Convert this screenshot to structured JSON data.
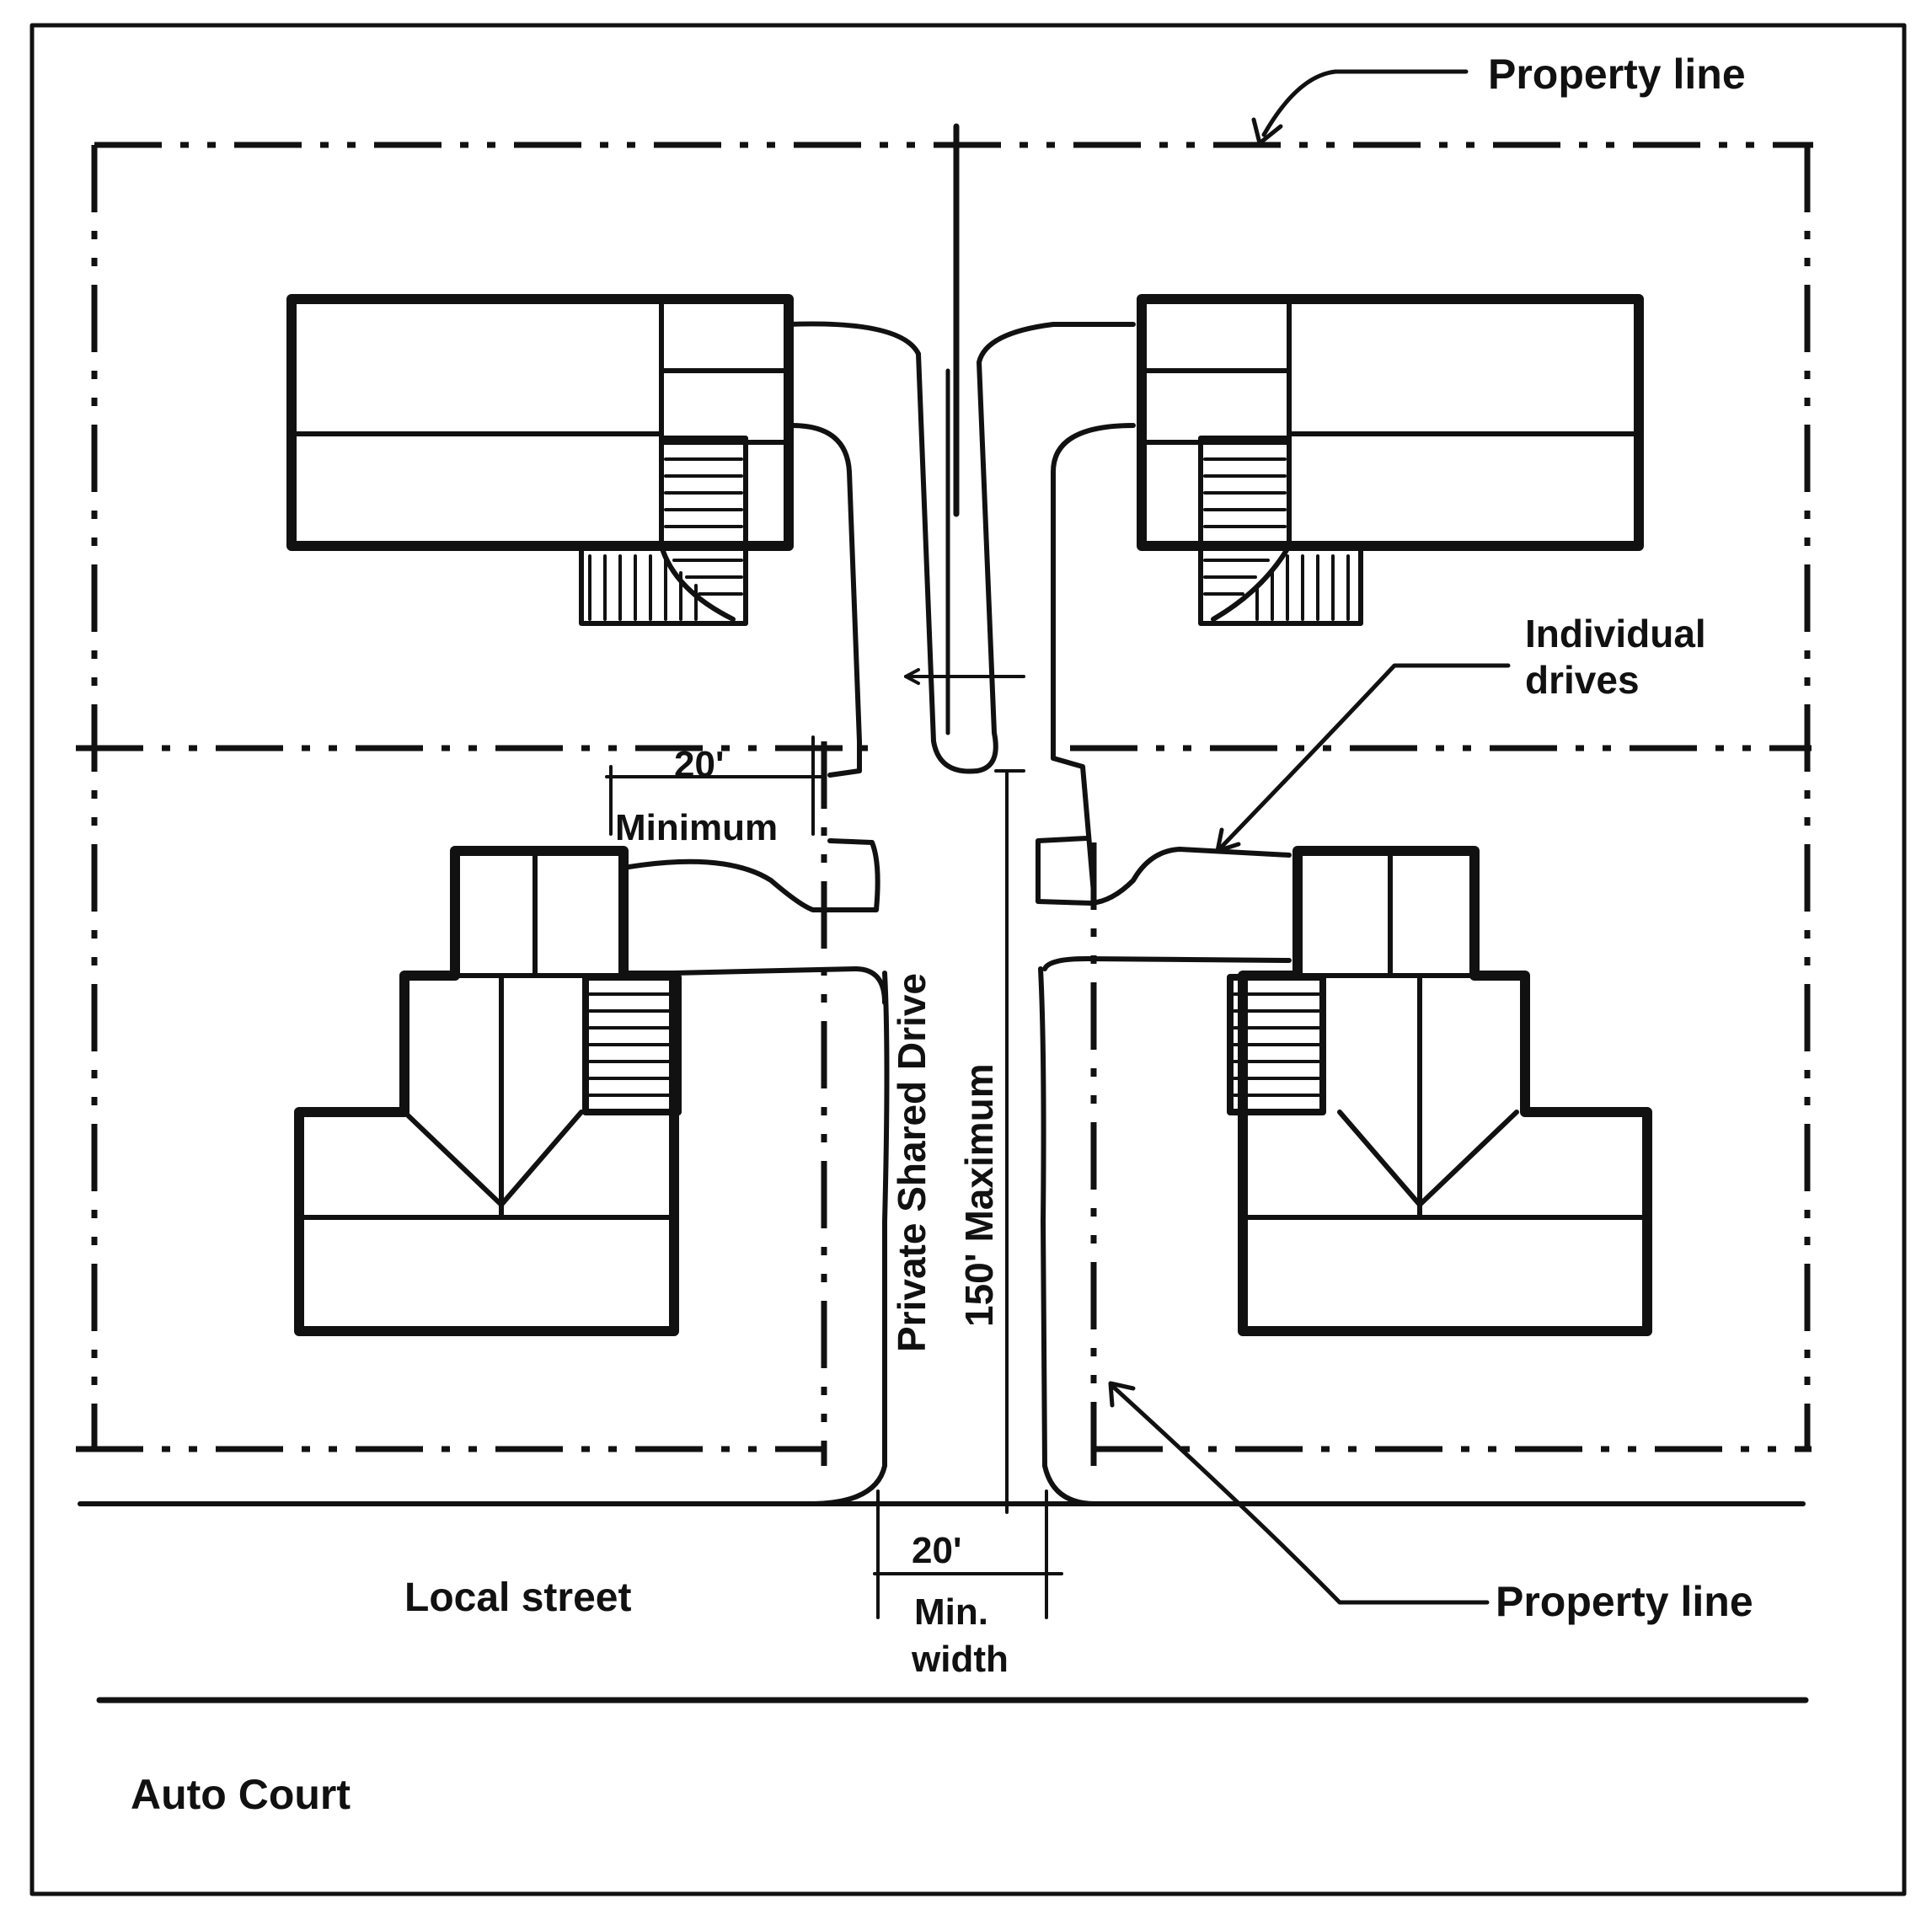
{
  "labels": {
    "property_line_top": "Property line",
    "individual_drives_1": "Individual",
    "individual_drives_2": "drives",
    "dim_20_top": "20'",
    "minimum": "Minimum",
    "private_shared_drive": "Private Shared Drive",
    "max_150": "150' Maximum",
    "dim_20_bottom": "20'",
    "min_width_1": "Min.",
    "min_width_2": "width",
    "local_street": "Local street",
    "property_line_bottom": "Property line",
    "caption": "Auto Court"
  },
  "colors": {
    "ink": "#111111",
    "paper": "#ffffff"
  }
}
